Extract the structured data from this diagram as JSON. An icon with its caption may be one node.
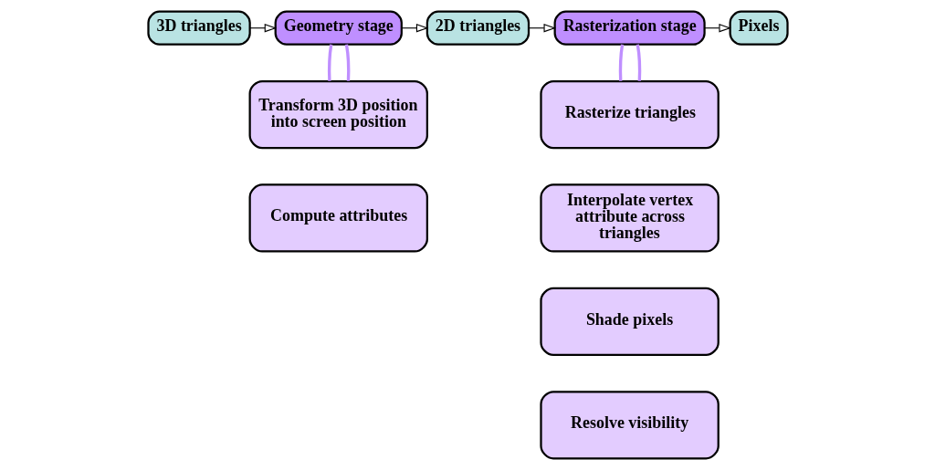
{
  "diagram": {
    "nodes": [
      {
        "text": [
          "3D triangles"
        ]
      },
      {
        "text": [
          "Geometry stage"
        ]
      },
      {
        "text": [
          "2D triangles"
        ]
      },
      {
        "text": [
          "Rasterization stage"
        ]
      },
      {
        "text": [
          "Pixels"
        ]
      },
      {
        "text": [
          "Transform 3D position into screen position"
        ]
      },
      {
        "text": [
          "Compute attributes"
        ]
      },
      {
        "text": [
          "Rasterize triangles"
        ]
      },
      {
        "text": [
          "Interpolate vertex attribute across triangles"
        ]
      },
      {
        "text": [
          "Shade pixels"
        ]
      },
      {
        "text": [
          "Resolve visibility"
        ]
      }
    ],
    "edges": [
      {
        "from": 0,
        "to": 1,
        "arrow": "to"
      },
      {
        "from": 1,
        "to": 2,
        "arrow": "to"
      },
      {
        "from": 2,
        "to": 3,
        "arrow": "to"
      },
      {
        "from": 3,
        "to": 4,
        "arrow": "to"
      },
      {
        "from": 1,
        "to": 5,
        "arrow": "none",
        "style": "thick",
        "color": "#bf8fff"
      },
      {
        "from": 1,
        "to": 5,
        "arrow": "none",
        "style": "thick",
        "color": "#bf8fff"
      },
      {
        "from": 3,
        "to": 7,
        "arrow": "none",
        "style": "thick",
        "color": "#bf8fff"
      },
      {
        "from": 3,
        "to": 7,
        "arrow": "none",
        "style": "thick",
        "color": "#bf8fff"
      }
    ]
  }
}
